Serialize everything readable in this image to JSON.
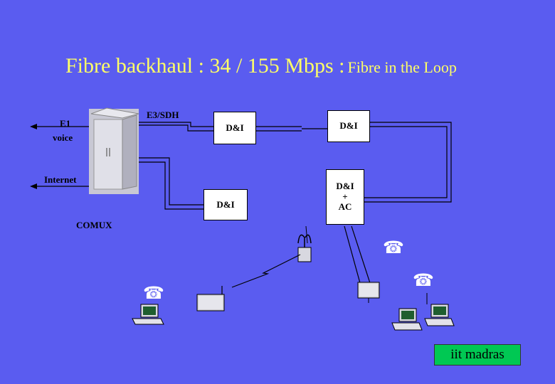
{
  "title": {
    "main": "Fibre backhaul : 34 / 155 Mbps :",
    "sub": "Fibre in the Loop"
  },
  "labels": {
    "e1": "E1",
    "voice": "voice",
    "e3sdh": "E3/SDH",
    "internet": "Internet",
    "comux": "COMUX"
  },
  "nodes": {
    "di_1": "D&I",
    "di_2": "D&I",
    "di_3": "D&I",
    "di_ac_line1": "D&I",
    "di_ac_line2": "+",
    "di_ac_line3": "AC"
  },
  "icons": [
    "cabinet-icon",
    "antenna-icon",
    "telephone-icon",
    "computer-icon",
    "modem-icon",
    "lightning-link-icon"
  ],
  "footer": {
    "badge": "iit madras"
  },
  "colors": {
    "background": "#5a5cf0",
    "title": "#ffff66",
    "badge": "#00c853"
  }
}
